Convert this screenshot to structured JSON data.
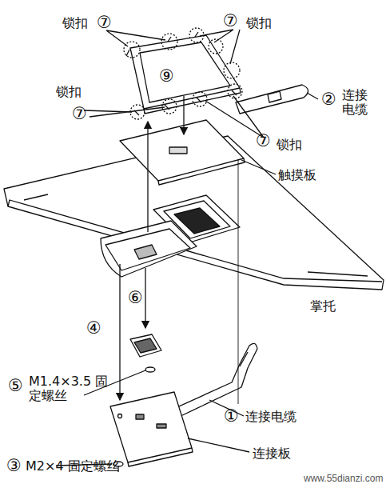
{
  "diagram": {
    "labels": [
      "锁扣",
      "⑦",
      "⑦",
      "锁扣",
      "⑨",
      "锁扣",
      "⑦",
      "②",
      "连接 电缆",
      "⑦",
      "锁扣",
      "触摸板",
      "⑥",
      "掌托",
      "④",
      "⑤",
      "M1.4×3.5 固定螺丝",
      "①",
      "连接电缆",
      "连接板",
      "③",
      "M2×4 固定螺丝",
      "www.55dianzi.com"
    ]
  }
}
